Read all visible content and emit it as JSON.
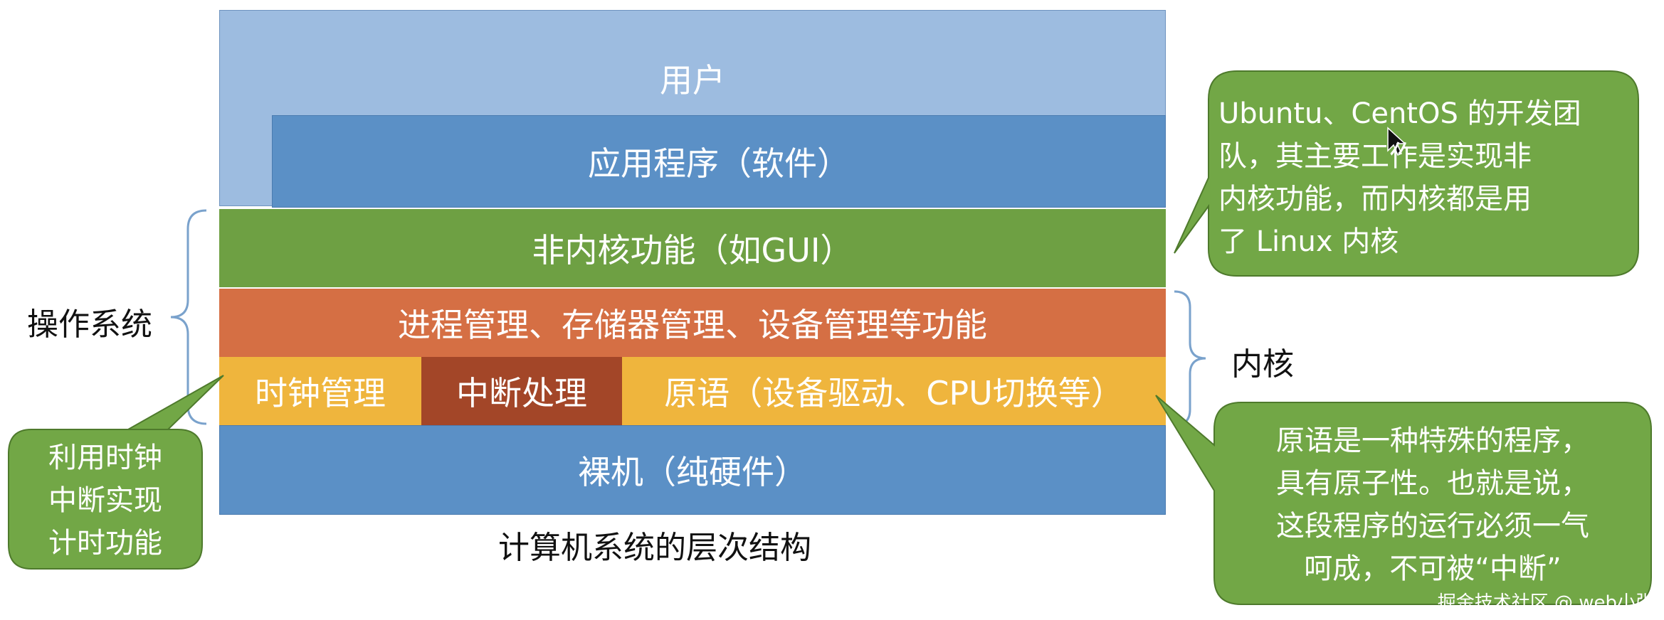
{
  "layers": {
    "user": "用户",
    "apps": "应用程序（软件）",
    "non_kernel": "非内核功能（如GUI）",
    "management": "进程管理、存储器管理、设备管理等功能",
    "clock": "时钟管理",
    "interrupt": "中断处理",
    "primitive": "原语（设备驱动、CPU切换等）",
    "hardware": "裸机（纯硬件）"
  },
  "labels": {
    "os": "操作系统",
    "kernel": "内核",
    "caption": "计算机系统的层次结构"
  },
  "callouts": {
    "ubuntu": [
      "Ubuntu、CentOS 的开发团",
      "队，其主要工作是实现非",
      "内核功能，而内核都是用",
      "了 Linux 内核"
    ],
    "clock": [
      "利用时钟",
      "中断实现",
      "计时功能"
    ],
    "primitive": [
      "原语是一种特殊的程序，",
      "具有原子性。也就是说，",
      "这段程序的运行必须一气",
      "呵成，不可被“中断”"
    ]
  },
  "watermark": "掘金技术社区 @ web小张",
  "colors": {
    "user": "#9dbce0",
    "apps": "#5b90c6",
    "non_kernel": "#6ea043",
    "management": "#d56f44",
    "yellow": "#efb53d",
    "interrupt": "#a34628",
    "hardware": "#5b90c6",
    "callout": "#72a746",
    "callout_border": "#4e7a2c",
    "brace": "#7aa2cc"
  }
}
